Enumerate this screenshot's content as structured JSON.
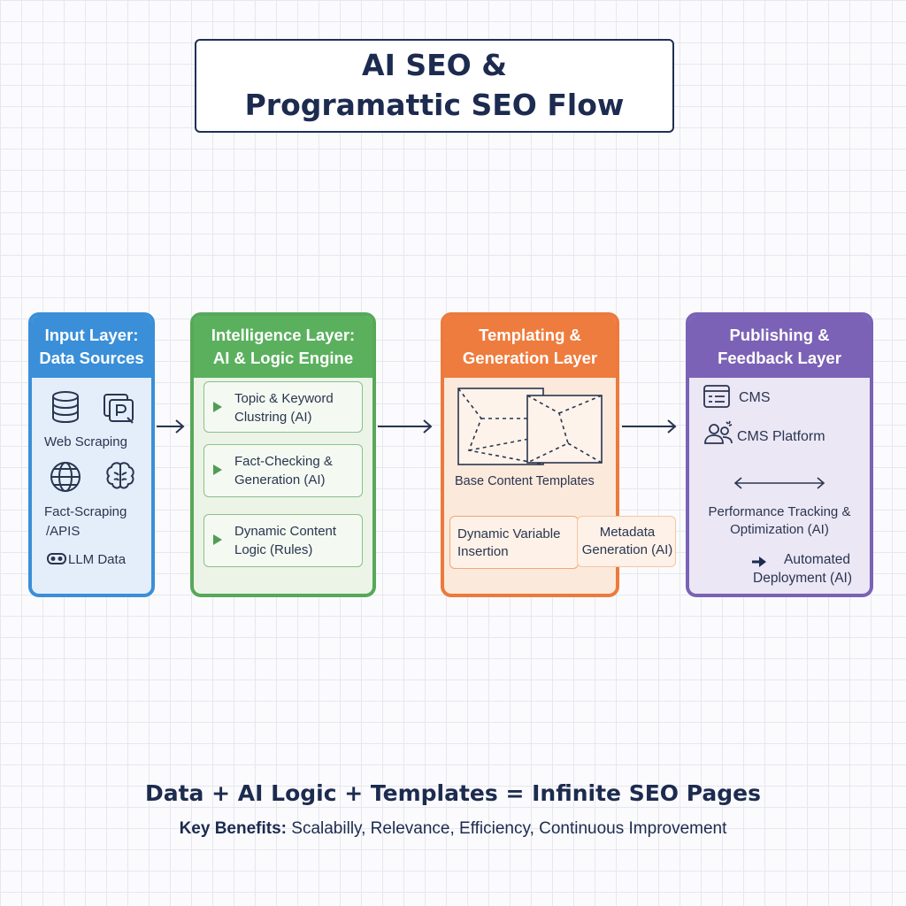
{
  "title": {
    "line1": "AI SEO &",
    "line2": "Programattic SEO Flow"
  },
  "panels": {
    "input": {
      "header1": "Input Layer:",
      "header2": "Data Sources",
      "items": [
        "Web Scraping",
        "Fact-Scraping",
        "/APIS",
        "LLM Data"
      ],
      "colors": {
        "border": "#3a8fd8",
        "fill": "#e4eefa"
      }
    },
    "intelligence": {
      "header1": "Intelligence Layer:",
      "header2": "AI & Logic Engine",
      "cards": [
        {
          "line1": "Topic & Keyword",
          "line2": "Clustring (AI)"
        },
        {
          "line1": "Fact-Checking &",
          "line2": "Generation (AI)"
        },
        {
          "line1": "Dynamic Content",
          "line2": "Logic (Rules)"
        }
      ],
      "colors": {
        "border": "#57a85a",
        "fill": "#ebf4e6"
      }
    },
    "templating": {
      "header1": "Templating &",
      "header2": "Generation Layer",
      "template_label": "Base Content Templates",
      "variable_card": {
        "line1": "Dynamic Variable",
        "line2": "Insertion"
      },
      "metadata_card": {
        "line1": "Metadata",
        "line2": "Generation (AI)"
      },
      "colors": {
        "border": "#ec7a3c",
        "fill": "#fbe9db"
      }
    },
    "publishing": {
      "header1": "Publishing &",
      "header2": "Feedback Layer",
      "cms": "CMS",
      "cms_platform": "CMS Platform",
      "tracking1": "Performance Tracking &",
      "tracking2": "Optimization (AI)",
      "deploy1": "Automated",
      "deploy2": "Deployment (AI)",
      "colors": {
        "border": "#7a62b5",
        "fill": "#ebe7f5"
      }
    }
  },
  "equation": "Data + AI Logic + Templates = Infinite SEO Pages",
  "benefits": {
    "label": "Key Benefits:",
    "text": " Scalabilly, Relevance, Efficiency, Continuous Improvement"
  }
}
